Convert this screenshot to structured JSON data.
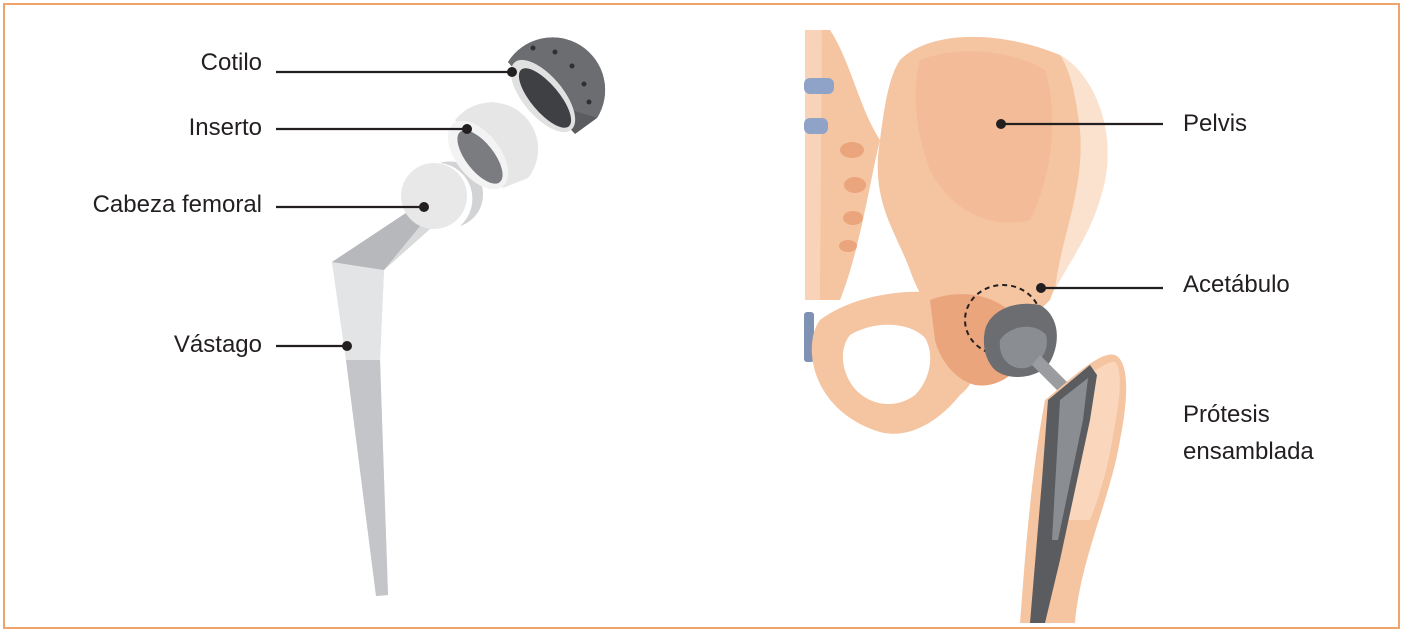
{
  "labels": {
    "cotilo": "Cotilo",
    "inserto": "Inserto",
    "cabeza_femoral": "Cabeza femoral",
    "vastago": "Vástago",
    "pelvis": "Pelvis",
    "acetabulo": "Acetábulo",
    "protesis_line1": "Prótesis",
    "protesis_line2": "ensamblada"
  },
  "colors": {
    "frame": "#f0a36b",
    "bone": "#f5c4a0",
    "bone_dark": "#eaa57d",
    "bone_light": "#fbe2cf",
    "metal_dark": "#505256",
    "metal_mid": "#8a8d92",
    "metal_light": "#d6d7d9",
    "insert": "#e6e6e6",
    "disc": "#8ea3c7",
    "line": "#231f20"
  }
}
